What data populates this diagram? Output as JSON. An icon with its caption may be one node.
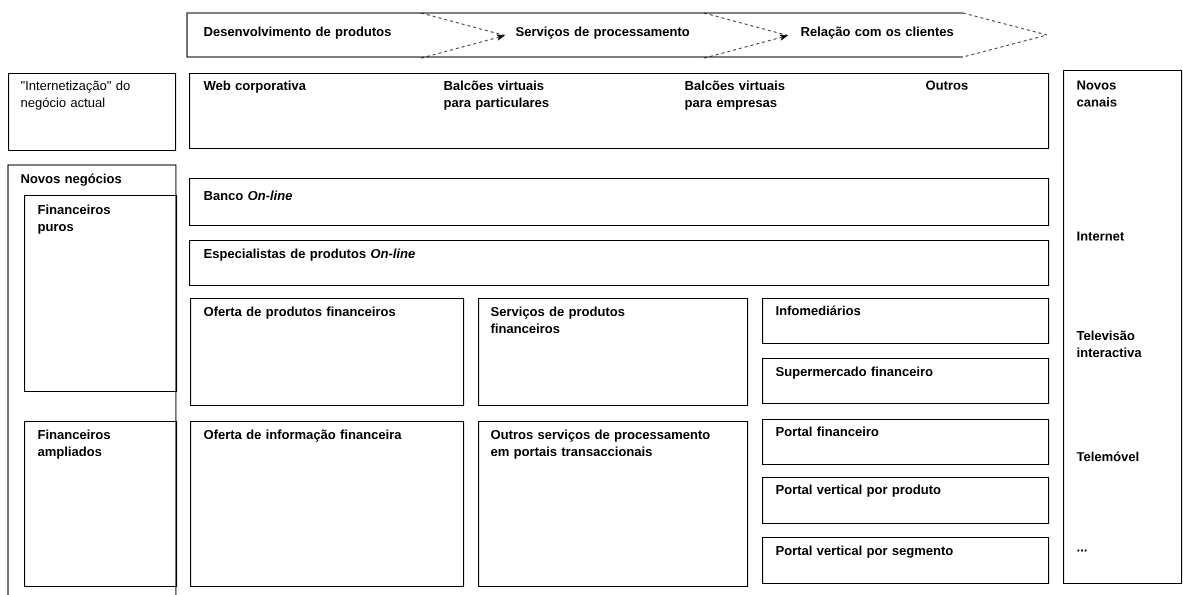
{
  "diagram": {
    "nodes": [
      {
        "text": [
          "Desenvolvimento de produtos"
        ]
      },
      {
        "text": [
          "Serviços de processamento"
        ]
      },
      {
        "text": [
          "Relação com os clientes"
        ]
      },
      {
        "text": [
          "\"Internetização\" do negócio actual"
        ]
      },
      {
        "text": [
          "Web corporativa",
          "Balcões virtuais para particulares",
          "Balcões virtuais para empresas",
          "Outros"
        ]
      },
      {
        "text": [
          "Novos canais",
          "Internet",
          "Televisão interactiva",
          "Telemóvel",
          "..."
        ]
      },
      {
        "text": [
          "Novos negócios"
        ]
      },
      {
        "text": [
          "Financeiros puros"
        ],
        "in": 6
      },
      {
        "text": [
          "Banco *On-line*"
        ]
      },
      {
        "text": [
          "Especialistas de produtos *On-line*"
        ]
      },
      {
        "text": [
          "Oferta de produtos financeiros"
        ]
      },
      {
        "text": [
          "Serviços de produtos financeiros"
        ]
      },
      {
        "text": [
          "Infomediários"
        ]
      },
      {
        "text": [
          "Supermercado financeiro"
        ]
      },
      {
        "text": [
          "Financeiros ampliados"
        ],
        "in": 6
      },
      {
        "text": [
          "Oferta de informação financeira"
        ]
      },
      {
        "text": [
          "Outros serviços de processamento em portais transaccionais"
        ]
      },
      {
        "text": [
          "Portal financeiro"
        ]
      },
      {
        "text": [
          "Portal vertical por produto"
        ]
      },
      {
        "text": [
          "Portal vertical por segmento"
        ]
      }
    ],
    "edges": [
      {
        "from": 0,
        "to": 1,
        "arrow": "to",
        "style": "dashed"
      },
      {
        "from": 1,
        "to": 2,
        "arrow": "to",
        "style": "dashed"
      }
    ]
  }
}
